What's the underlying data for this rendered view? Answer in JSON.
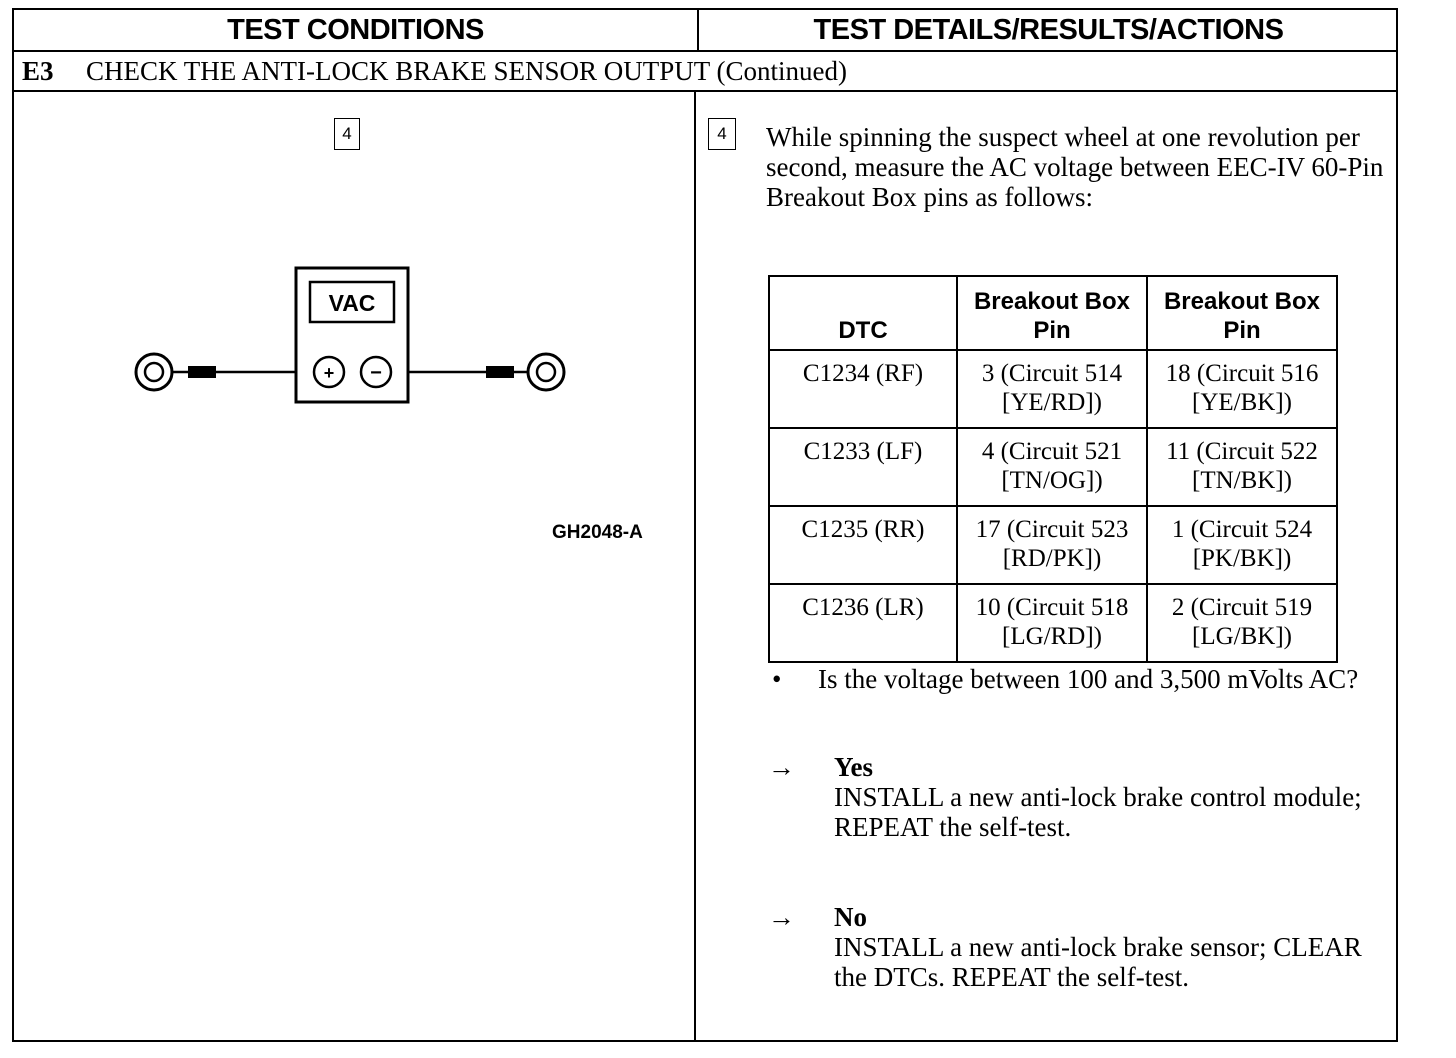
{
  "header": {
    "left": "TEST CONDITIONS",
    "right": "TEST DETAILS/RESULTS/ACTIONS"
  },
  "section": {
    "code": "E3",
    "title": "CHECK THE ANTI-LOCK BRAKE SENSOR OUTPUT (Continued)"
  },
  "left_panel": {
    "step_number": "4",
    "meter_label": "VAC",
    "plus_symbol": "+",
    "minus_symbol": "−",
    "figure_code": "GH2048-A"
  },
  "right_panel": {
    "step_number": "4",
    "instruction": "While spinning the suspect wheel at one revolution per second, measure the AC voltage between EEC-IV 60-Pin Breakout Box pins as follows:",
    "table": {
      "headers": [
        "DTC",
        "Breakout Box Pin",
        "Breakout Box Pin"
      ],
      "rows": [
        [
          "C1234 (RF)",
          "3 (Circuit 514 [YE/RD])",
          "18 (Circuit 516 [YE/BK])"
        ],
        [
          "C1233 (LF)",
          "4 (Circuit 521 [TN/OG])",
          "11 (Circuit 522 [TN/BK])"
        ],
        [
          "C1235 (RR)",
          "17 (Circuit 523 [RD/PK])",
          "1 (Circuit 524 [PK/BK])"
        ],
        [
          "C1236 (LR)",
          "10 (Circuit 518 [LG/RD])",
          "2 (Circuit 519 [LG/BK])"
        ]
      ]
    },
    "bullet": "•",
    "question": "Is the voltage between 100 and 3,500 mVolts AC?",
    "arrow": "→",
    "yes": {
      "label": "Yes",
      "action": "INSTALL a new anti-lock brake control module;  REPEAT the self-test."
    },
    "no": {
      "label": "No",
      "action": "INSTALL a new anti-lock brake sensor; CLEAR the DTCs. REPEAT the self-test."
    }
  }
}
